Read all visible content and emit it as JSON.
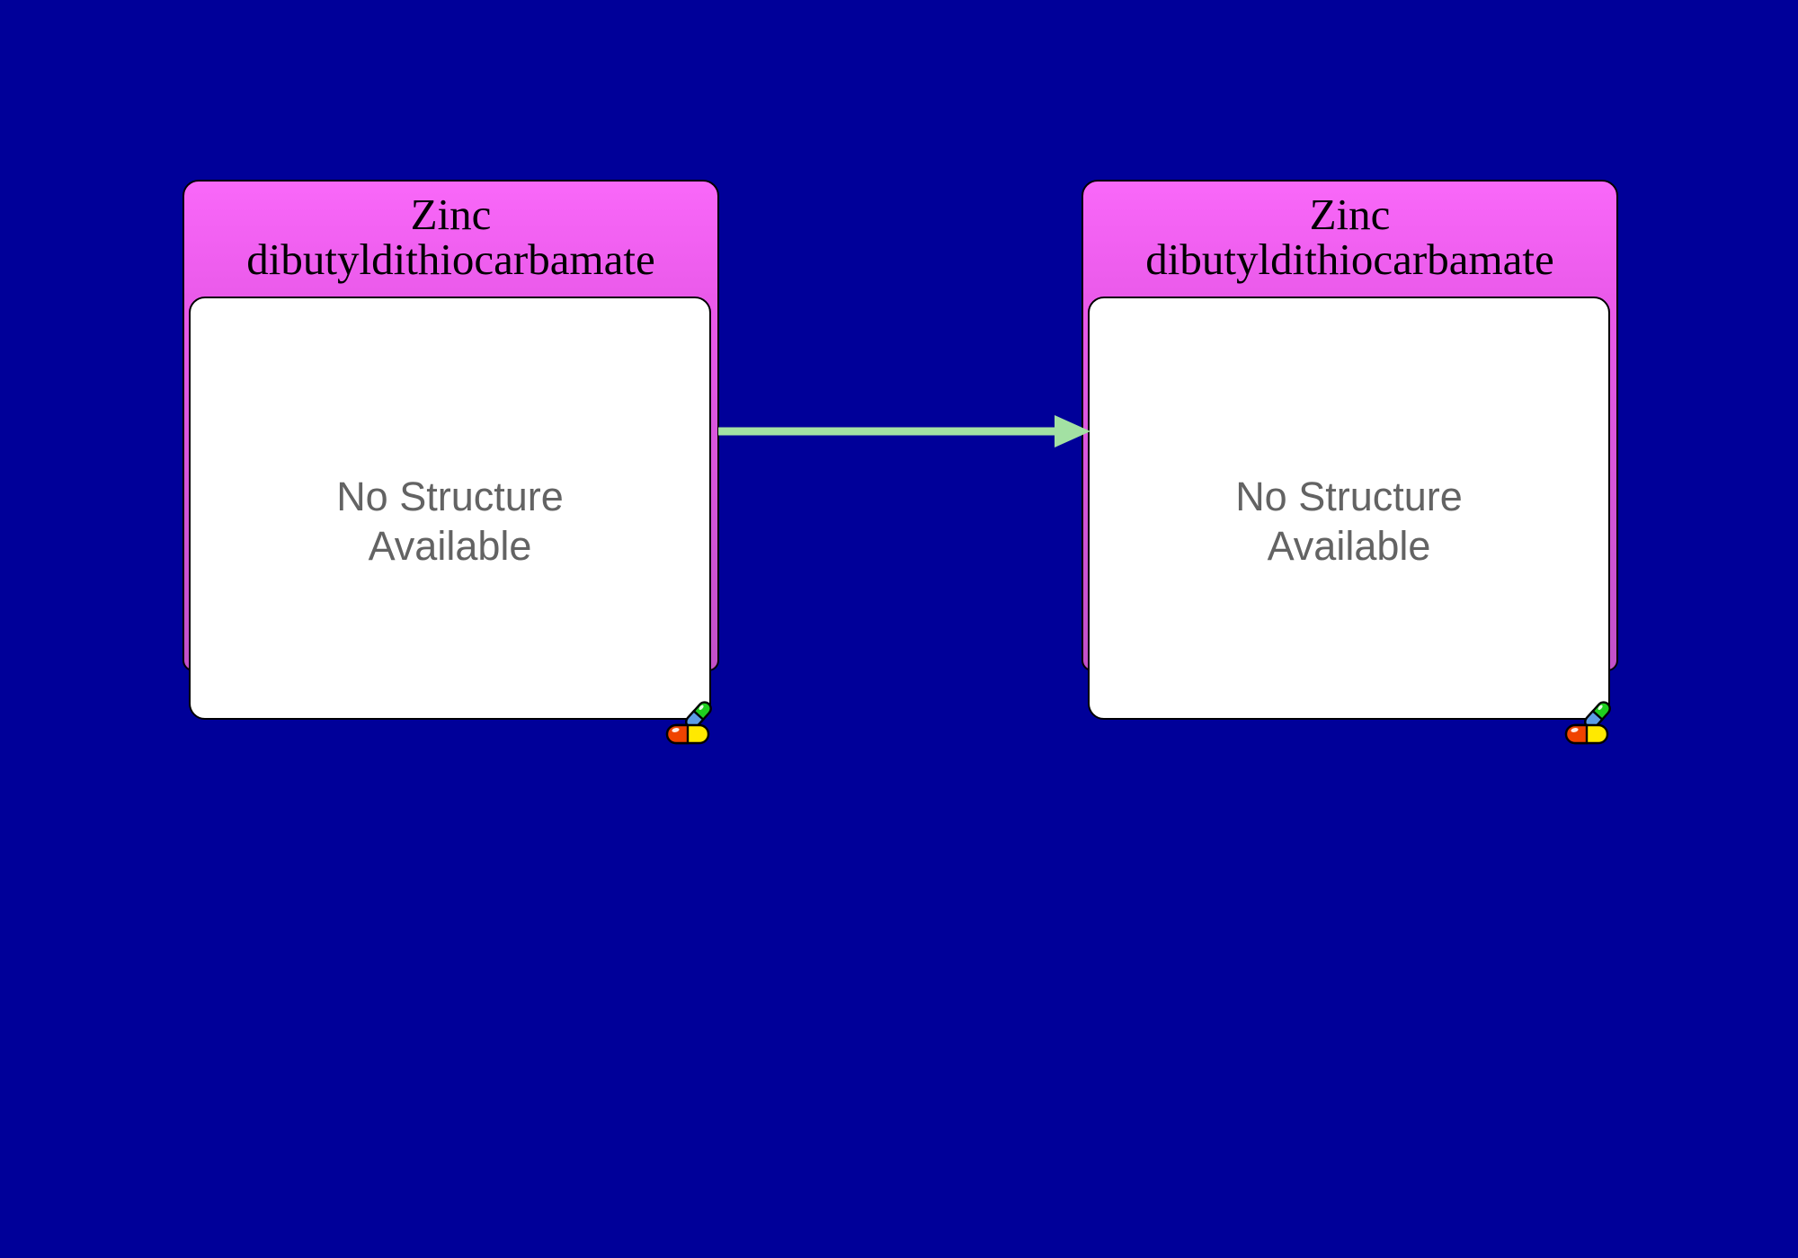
{
  "diagram": {
    "kind": "metabolic-pathway",
    "background": "navy"
  },
  "colors": {
    "background": "#000099",
    "node_border": "#000000",
    "node_header_top": "#f968f9",
    "node_header_mid": "#ea5aea",
    "node_header_bottom": "#c250c9",
    "title_text": "#000000",
    "structure_bg": "#ffffff",
    "placeholder_text": "#636363",
    "arrow": "#a3e1a3",
    "pill_orange": "#f04300",
    "pill_yellow": "#ffe900",
    "pill_green": "#1fce1f",
    "pill_blue": "#5c9ce6"
  },
  "nodes": [
    {
      "name": "Zinc dibutyldithiocarbamate",
      "structure_placeholder": "No Structure Available",
      "icon": "drug-pills-icon"
    },
    {
      "name": "Zinc dibutyldithiocarbamate",
      "structure_placeholder": "No Structure Available",
      "icon": "drug-pills-icon"
    }
  ],
  "edge": {
    "direction": "right",
    "style": "solid-arrow"
  }
}
